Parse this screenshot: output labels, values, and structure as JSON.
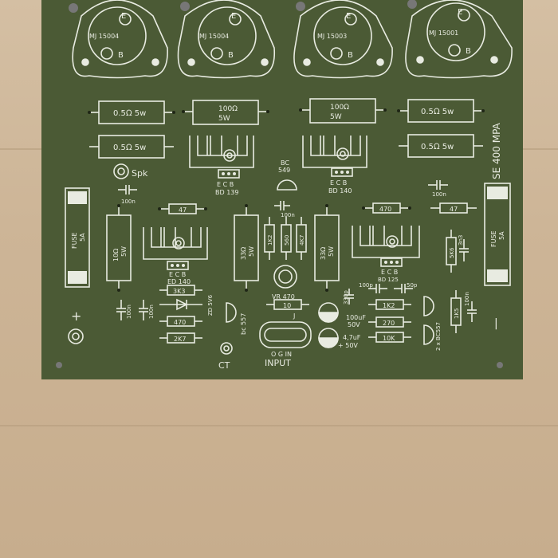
{
  "board": {
    "title": "SE 400 MPA",
    "transistors": [
      {
        "label": "MJ 15004",
        "e": "E",
        "b": "B"
      },
      {
        "label": "MJ 15004",
        "e": "E",
        "b": "B"
      },
      {
        "label": "MJ 15003",
        "e": "E",
        "b": "B"
      },
      {
        "label": "MJ 15001",
        "e": "E",
        "b": "B"
      }
    ],
    "resistors_top": [
      "0.5Ω 5w",
      "100Ω",
      "100Ω",
      "0.5Ω 5w"
    ],
    "resistors_top_sub": [
      "5W",
      "5W"
    ],
    "resistors_row2": [
      "0.5Ω 5w",
      "0.5Ω 5w"
    ],
    "spk": "Spk",
    "bc549": [
      "BC",
      "549"
    ],
    "ecb": "E C B",
    "bd139": "BD 139",
    "bd140_top": "BD 140",
    "ed140": "ED 140",
    "bd125": "BD 125",
    "fuse": [
      "FUSE",
      "5A"
    ],
    "caps": {
      "c100n": "100n",
      "c100p": "100p",
      "c50p": "50p",
      "c330p": "330p",
      "c3n3": "3n3"
    },
    "resistor_values": {
      "r47": "47",
      "r470": "470",
      "r1k2": "1K2",
      "r560": "560",
      "r4k7": "4K7",
      "r10": "10Ω",
      "r5w": "5W",
      "r33": "33Ω",
      "r3k3": "3K3",
      "r2k7": "2K7",
      "r10b": "10",
      "r270": "270",
      "r10k": "10K",
      "r5k6": "5K6",
      "r1k5": "1K5"
    },
    "zd": "ZD 5V6",
    "vr": "VR 470",
    "bc557": "bc 557",
    "bc557b": "2 x BC557",
    "j": "J",
    "elec1": [
      "100uF",
      "50V"
    ],
    "elec2": [
      "4,7uF",
      "+ 50V"
    ],
    "input_pins": "O G IN",
    "input": "INPUT",
    "ct": "CT",
    "plus": "+",
    "minus": "|"
  }
}
